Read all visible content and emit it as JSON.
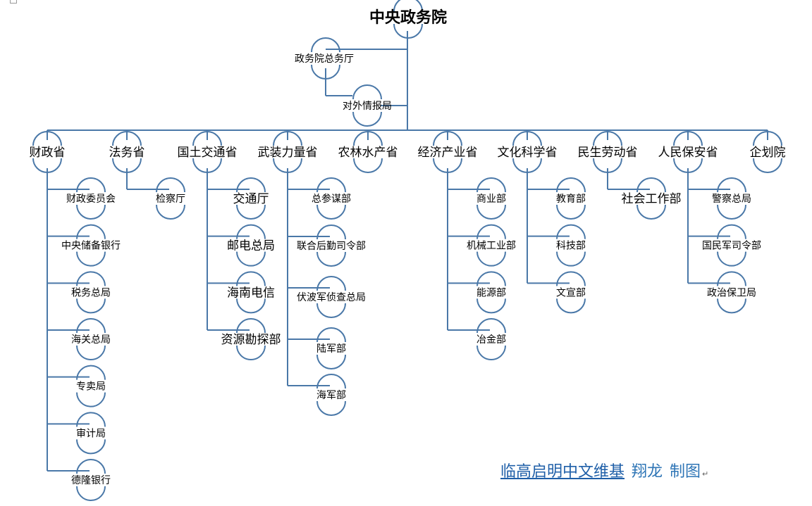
{
  "title": "中央政务院",
  "top_units": [
    "政务院总务厅",
    "对外情报局"
  ],
  "ministries": [
    {
      "name": "财政省",
      "subs": [
        "财政委员会",
        "中央储备银行",
        "税务总局",
        "海关总局",
        "专卖局",
        "审计局",
        "德隆银行"
      ]
    },
    {
      "name": "法务省",
      "subs": [
        "检察厅"
      ]
    },
    {
      "name": "国土交通省",
      "subs": [
        "交通厅",
        "邮电总局",
        "海南电信",
        "资源勘探部"
      ]
    },
    {
      "name": "武装力量省",
      "subs": [
        "总参谋部",
        "联合后勤司令部",
        "伏波军侦查总局",
        "陆军部",
        "海军部"
      ]
    },
    {
      "name": "农林水产省",
      "subs": []
    },
    {
      "name": "经济产业省",
      "subs": [
        "商业部",
        "机械工业部",
        "能源部",
        "冶金部"
      ]
    },
    {
      "name": "文化科学省",
      "subs": [
        "教育部",
        "科技部",
        "文宣部"
      ]
    },
    {
      "name": "民生劳动省",
      "subs": [
        "社会工作部"
      ]
    },
    {
      "name": "人民保安省",
      "subs": [
        "警察总局",
        "国民军司令部",
        "政治保卫局"
      ]
    },
    {
      "name": "企划院",
      "subs": []
    }
  ],
  "credit": {
    "link": "临高启明中文维基",
    "author": "翔龙",
    "suffix": "制图",
    "mark": "↵"
  },
  "colors": {
    "line": "#4a78a8",
    "arc": "#4a78a8"
  }
}
